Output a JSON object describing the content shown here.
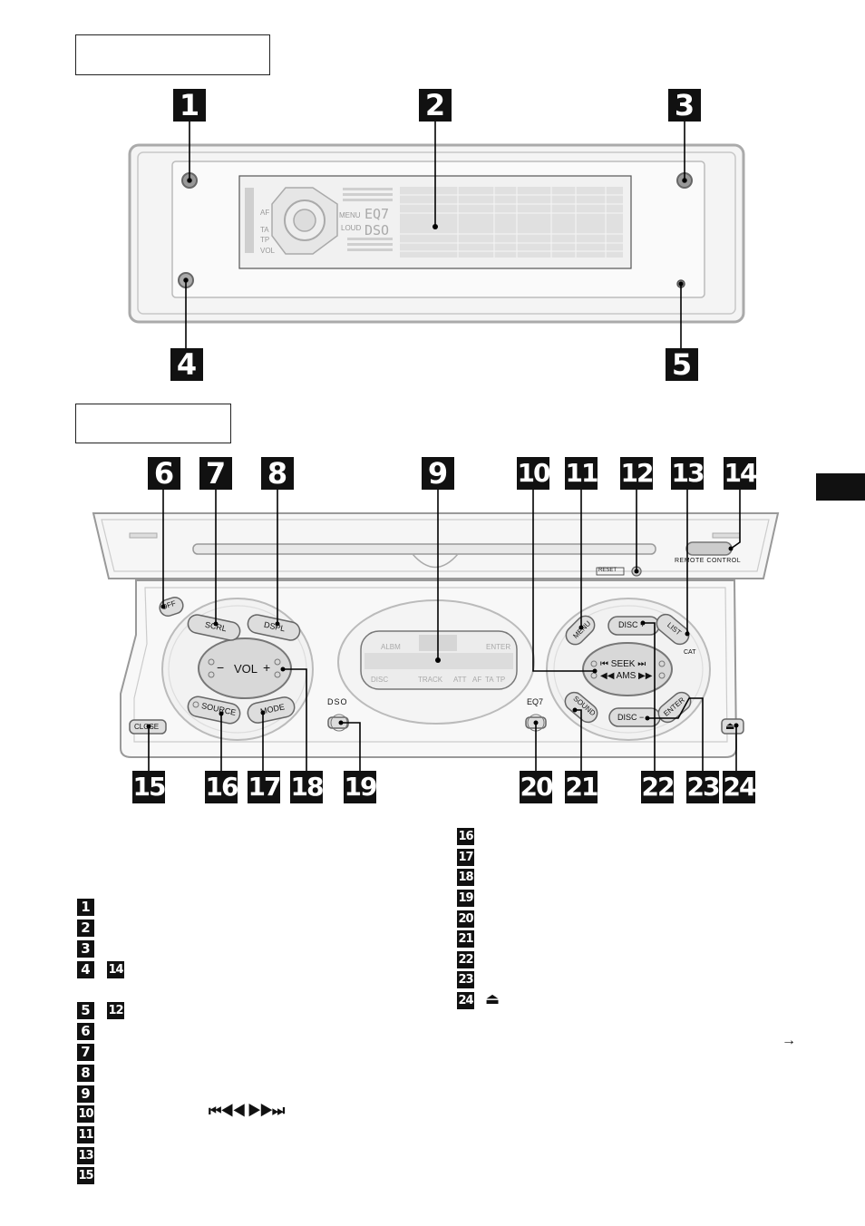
{
  "front_panel": {
    "callouts": [
      "1",
      "2",
      "3",
      "4",
      "5"
    ],
    "display_labels": {
      "af": "AF",
      "ta": "TA",
      "tp": "TP",
      "vol": "VOL",
      "menu": "MENU",
      "eq7": "EQ7",
      "loud": "LOUD",
      "dso": "DSO"
    }
  },
  "open_panel": {
    "callouts": [
      "6",
      "7",
      "8",
      "9",
      "10",
      "11",
      "12",
      "13",
      "14",
      "15",
      "16",
      "17",
      "18",
      "19",
      "20",
      "21",
      "22",
      "23",
      "24"
    ],
    "buttons": {
      "off": "OFF",
      "scrl": "SCRL",
      "dspl": "DSPL",
      "vol_minus": "−",
      "vol": "VOL",
      "vol_plus": "+",
      "source": "SOURCE",
      "mode": "MODE",
      "dso": "DSO",
      "close": "CLOSE",
      "eq7": "EQ7",
      "menu": "MENU",
      "disc_plus": "DISC +",
      "list": "LIST",
      "cat": "CAT",
      "seek": "SEEK",
      "ams": "AMS",
      "sound": "SOUND",
      "disc_minus": "DISC −",
      "enter": "ENTER",
      "eject": "⏏",
      "reset": "RESET",
      "remote_control": "REMOTE CONTROL"
    },
    "display_labels": {
      "album": "ALBM",
      "enter": "ENTER",
      "disc": "DISC",
      "track": "TRACK",
      "att": "ATT",
      "af": "AF",
      "ta": "TA",
      "tp": "TP"
    }
  },
  "legend": {
    "left": [
      "1",
      "2",
      "3",
      "4",
      "14",
      "5",
      "12",
      "6",
      "7",
      "8",
      "9",
      "10",
      "11",
      "13",
      "15"
    ],
    "right": [
      "16",
      "17",
      "18",
      "19",
      "20",
      "21",
      "22",
      "23",
      "24"
    ],
    "seek_symbols": "⏮◀◀ ▶▶⏭",
    "eject_symbol": "⏏",
    "arrow": "→"
  }
}
